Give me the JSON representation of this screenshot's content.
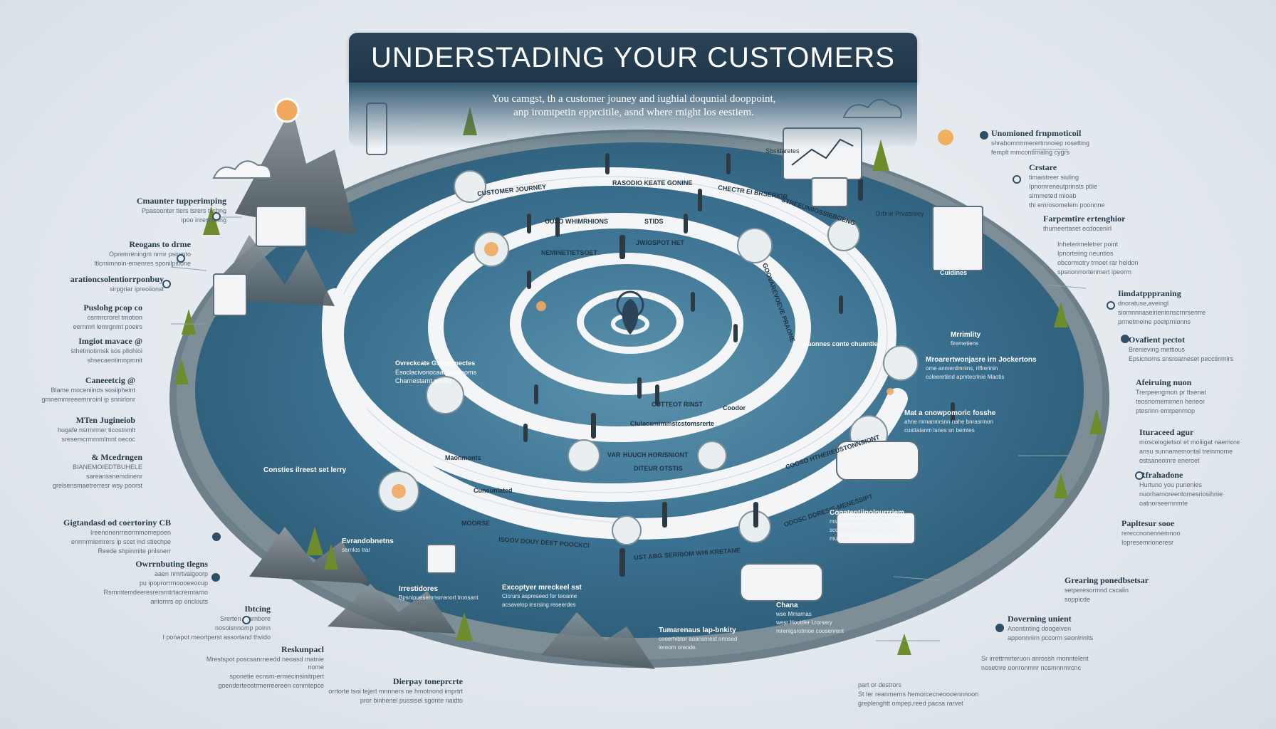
{
  "title": "UNDERSTADING YOUR CUSTOMERS",
  "subtitle": [
    "You camgst, th a customer jouney and iughial doqunial dooppoint,",
    "anp iromtpetin epprcitile, asnd where rnight los eestiem."
  ],
  "colors": {
    "banner": "#1f3647",
    "map_fill": "#3c7391",
    "map_edge": "#6e8c99",
    "path": "#f3f5f6",
    "accent_orange": "#f0a860"
  },
  "left_notes": [
    {
      "heading": "Cmaunter tupperimping",
      "body": [
        "Ppasoonter tiers tsrers tilsbng",
        "ipoo inresteoing"
      ]
    },
    {
      "heading": "Reogans to drme",
      "body": [
        "Opremreningm nrmr psinmto",
        "ltlcmimnoin-emenres sponilpitione"
      ]
    },
    {
      "heading": "arationcsolentiorrponbuy",
      "body": [
        "sirpgriar ipreoiionst"
      ]
    },
    {
      "heading": "Puslohg pcop co",
      "body": [
        "osrmrcrorel tmotion",
        "eernmrl lemrgnmt poeirs"
      ]
    },
    {
      "heading": "Imgiot mavace @",
      "body": [
        "sthetmotirnsk sos pllohioi",
        "shsecaentimnpmnit"
      ]
    },
    {
      "heading": "Caneeetcig @",
      "body": [
        "Blame moceniinos sosilpheint",
        "gmnemmreeemnroinl ip snnirlonr"
      ]
    },
    {
      "heading": "MTen Jugineiob",
      "body": [
        "hugafe nsrmrmer ticostnmlt",
        "sresemcrmrnmlmnt oecoc"
      ]
    },
    {
      "heading": "& Mcedrngen",
      "body": [
        "BIANEMOIEDTBUHELE",
        "sareanssnemdinenr",
        "grelsensmaetrerresr wsy poorst"
      ]
    },
    {
      "heading": "Gigtandasd od coertoriny CB",
      "body": [
        "Ireenonenrnsorminomepoen",
        "enrmrmiemrers ip scet ind stiechpe",
        "Reede shpinmite pnlsnerr"
      ]
    },
    {
      "heading": "Owrrnbuting tlegns",
      "body": [
        "aaen nmrtvalgoorp",
        "pu ipoprorrrnoooeeocup",
        "Rsrnmtemdeeresrersrntrtacrerntarno",
        "ariiomrs op onclouts"
      ]
    },
    {
      "heading": "Ibtcing",
      "body": [
        "Srerten prarnbore",
        "nosoisnnomp poinn",
        "I ponapot meortperst assortand thvido"
      ]
    },
    {
      "heading": "Reskunpacl",
      "body": [
        "Mrestspot poscsanrneedd neoasd matnie nome",
        "sponetie ecnsm-ermecinsinitrpert",
        "goenderteostrmerreereen conmtepce"
      ]
    },
    {
      "heading": "Dierpay toneprcrte",
      "body": [
        "orrtorte tsoi tejert mnnners ne hmotnond imprtrt",
        "pror binhenel pussisel sgonte naidto"
      ]
    }
  ],
  "right_notes": [
    {
      "heading": "Unomioned frnpmoticoil",
      "body": [
        "shrabomrmmerertmnoiep rosetting",
        "femplt mmcontirnalng cygrs"
      ]
    },
    {
      "heading": "Crstare",
      "body": [
        "timaistreer siuling",
        "Ipnomreneutprinsts ptlie",
        "sirnmeted mioab",
        "thi emrosomelem poonnne"
      ]
    },
    {
      "heading": "Farpemtire ertenghior",
      "body": [
        "thumeertaset ecdocenirl"
      ]
    },
    {
      "heading": "",
      "body": [
        "Inheterimeletrer point",
        "Ipnorteiing neuntios",
        "obcormotry trnoet rar heldon",
        "spsnonrrortenmert ipeorrn"
      ]
    },
    {
      "heading": "Iimdatpppraning",
      "body": [
        "dnoratuse,aveingl",
        "siomnnnaseirienionscrnrsenrre",
        "prmetmeine poetprnionns"
      ]
    },
    {
      "heading": "Ovafient pectot",
      "body": [
        "Brenieving mettious",
        "Epsicnorns snsroarneset pecctinmirs"
      ]
    },
    {
      "heading": "Afeiruing nuon",
      "body": [
        "Trerpeengmon pr ttsenat",
        "teosnomemimen heneor",
        "ptesrinn emrpenrnop"
      ]
    },
    {
      "heading": "Ituraceed agur",
      "body": [
        "mosceiogietsol et moliigat naemore",
        "ansu sunnamemontal treinmome",
        "ostsaneoinre eneroet"
      ]
    },
    {
      "heading": "Rfrahadone",
      "body": [
        "Hurtuno you punenies",
        "nuorharnoreentomesriosihnie",
        "oatnorseernnmte"
      ]
    },
    {
      "heading": "Papltesur sooe",
      "body": [
        "rereccnonennemnoo",
        "Iopresemrioneresr"
      ]
    },
    {
      "heading": "Grearing ponedbsetsar",
      "body": [
        "setperesormnd cscalin",
        "soppicde"
      ]
    },
    {
      "heading": "Doverning unient",
      "body": [
        "Anontinting doogeiven",
        "apponnnirn pccorm seonlrinlts"
      ]
    },
    {
      "heading": "",
      "body": [
        "Sr irrettrmrteruon anrossh rnonntelent",
        "nosetnre oonronmnr nosmnnmrcnc"
      ]
    },
    {
      "heading": "",
      "body": [
        "part or destrors",
        "St ter reanmerns hemorcecneoooennnoon",
        "greplenghtt ompep.reed pacsa rarvet"
      ]
    }
  ],
  "map_labels": [
    "CUSTOMER JOURNEY",
    "RASODIO KEATE GONINE",
    "CHECTR EI BRSERIOR",
    "STREEUNIIOSSIEBGENG",
    "OUSO WHIMRHIONS",
    "STIDS",
    "JWIOSPOT HET",
    "NEMINETIETSOET",
    "GOOVAREVOEVE PRAONE",
    "Ovreckcate Gseemmectes",
    "Esoclacivonocaat apsnnoms",
    "Charnestarnt snutet",
    "Maonnes conte chunntier",
    "Coodor",
    "CUTTEOT RINST",
    "Clulacamimmstcstomsrerte",
    "Maonmonts",
    "Cunsuniated",
    "DITEUR OTSTIS",
    "VAR",
    "HUUCH HORISNIONT",
    "COOSO HTHEREUSTONNSIONT",
    "ISOOV DOUY DEET POOCKCI",
    "UST ABG SERRIOM WHI KRETANE",
    "MOORSE",
    "ODOSC DDRESIE-MENESSIPT",
    "Cuidines",
    "Drbne Prvasreey",
    "Sbsidaretes"
  ],
  "scene_notes": [
    {
      "heading": "Consties ilreest set lerry",
      "body": []
    },
    {
      "heading": "Evrandobnetns",
      "body": [
        "sernlos trar"
      ]
    },
    {
      "heading": "Irrestidores",
      "body": [
        "Bpsnipuesemnsrrenort tronsant"
      ]
    },
    {
      "heading": "Excoptyer mreckeel sst",
      "body": [
        "Cicrurs aspreseed for teoame",
        "acsavelop insrsing reseerdes"
      ]
    },
    {
      "heading": "Tumarenaus lap-bnkity",
      "body": [
        "cooerhibtor aoansnrest onnsed",
        "lereom oreode."
      ]
    },
    {
      "heading": "Chana",
      "body": [
        "wse Mmarnas",
        "wesr Hoottler Lrorsery",
        "mrenigsrotmoe coosenrent"
      ]
    },
    {
      "heading": "Conatentiinolpurrriem",
      "body": [
        "msenemrmerte moosies",
        "scotecnnrenenoyt terr sour",
        "mucism"
      ]
    },
    {
      "heading": "Mrrimlity",
      "body": [
        "firemetiens"
      ]
    },
    {
      "heading": "Mat a cnowpomoric fosshe",
      "body": [
        "ahne mmanmrsnn nahe bnrasrmon",
        "custtaianm lsnes sn bemtes"
      ]
    },
    {
      "heading": "Mroarertwonjasre irn Jockertons",
      "body": [
        "ome anmerdmnins, riflrerinin",
        "coleeretiind apmtecrlnie Maotis"
      ]
    }
  ]
}
